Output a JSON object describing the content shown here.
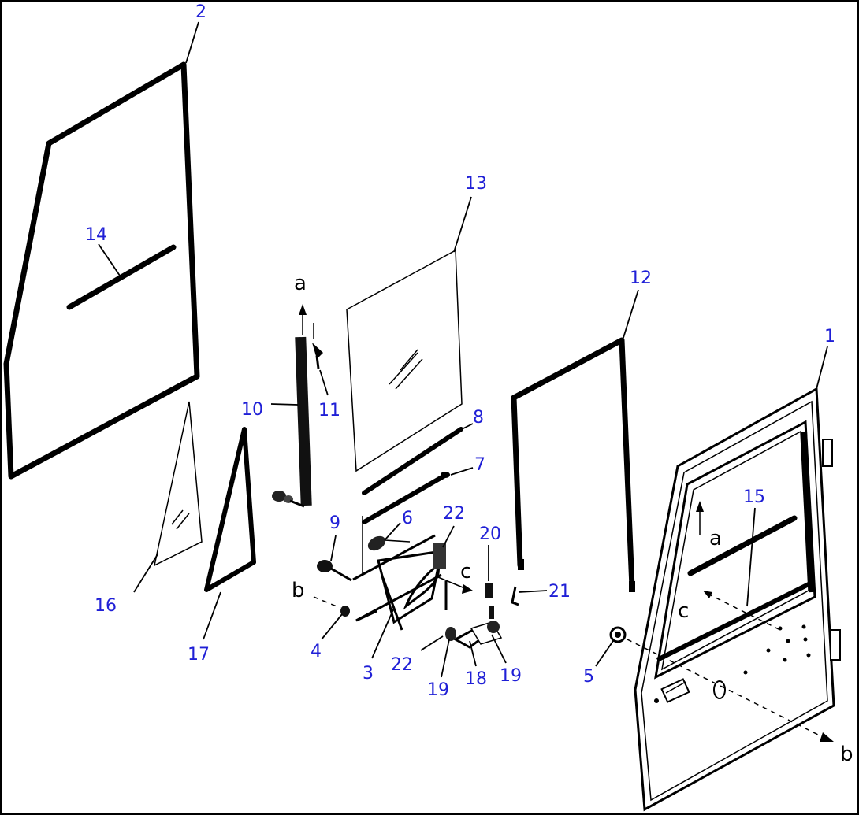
{
  "labels": {
    "p1": "1",
    "p2": "2",
    "p3": "3",
    "p4": "4",
    "p5": "5",
    "p6": "6",
    "p7": "7",
    "p8": "8",
    "p9": "9",
    "p10": "10",
    "p11": "11",
    "p12": "12",
    "p13": "13",
    "p14": "14",
    "p15": "15",
    "p16": "16",
    "p17": "17",
    "p18": "18",
    "p19a": "19",
    "p19b": "19",
    "p20": "20",
    "p21": "21",
    "p22a": "22",
    "p22b": "22"
  },
  "refs": {
    "a_top": "a",
    "a_door": "a",
    "b_left": "b",
    "b_right": "b",
    "c_mid": "c",
    "c_door": "c"
  },
  "colors": {
    "part_number": "#1f1fd6",
    "line": "#000000"
  }
}
